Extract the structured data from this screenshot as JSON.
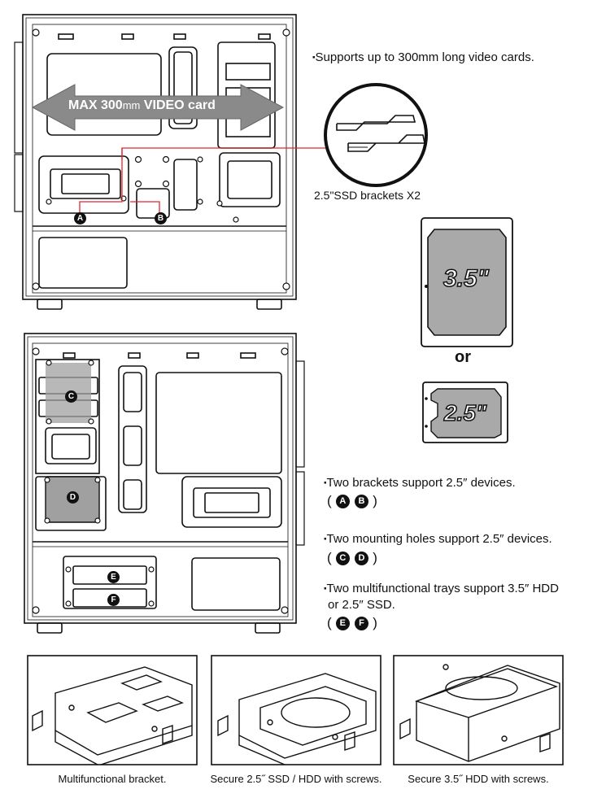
{
  "top_panel": {
    "arrow_label_prefix": "MAX ",
    "arrow_label_number": "300",
    "arrow_label_unit": "mm",
    "arrow_label_suffix": " VIDEO card",
    "marker_a": "A",
    "marker_b": "B",
    "note_video": "Supports up to 300mm long video cards.",
    "ssd_caption": "2.5\"SSD brackets X2"
  },
  "drives": {
    "hdd_label": "3.5\"",
    "or_label": "or",
    "ssd_label": "2.5\""
  },
  "bottom_panel": {
    "marker_c": "C",
    "marker_d": "D",
    "marker_e": "E",
    "marker_f": "F"
  },
  "notes": {
    "note1": "Two brackets support  2.5″ devices.",
    "note1_marks": [
      "A",
      "B"
    ],
    "note2": "Two mounting holes support 2.5″ devices.",
    "note2_marks": [
      "C",
      "D"
    ],
    "note3_line1": "Two multifunctional trays support 3.5″ HDD",
    "note3_line2": "or 2.5″ SSD.",
    "note3_marks": [
      "E",
      "F"
    ],
    "paren_open": "(",
    "paren_close": ")",
    "bullet": "▪"
  },
  "captions": {
    "cap1": "Multifunctional bracket.",
    "cap2": "Secure 2.5˝ SSD / HDD with screws.",
    "cap3": "Secure 3.5˝ HDD with screws."
  },
  "colors": {
    "line": "#111111",
    "red": "#e0262d",
    "arrow_fill": "#8a8a8a",
    "drive_fill": "#a9a9a9",
    "highlight": "#a0a0a0"
  }
}
